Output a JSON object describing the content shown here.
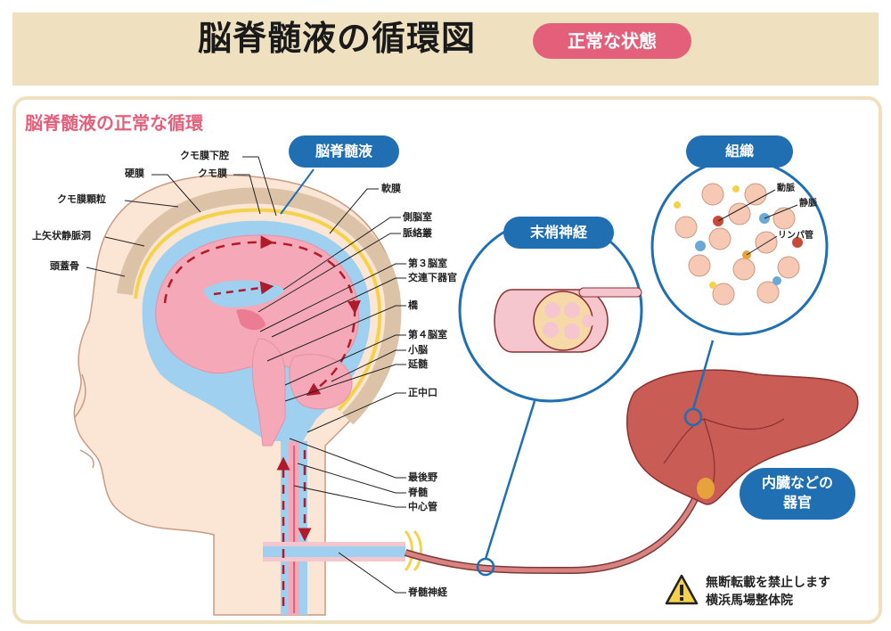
{
  "header": {
    "title": "脳脊髄液の循環図",
    "badge": "正常な状態"
  },
  "section_title": "脳脊髄液の正常な循環",
  "callouts": {
    "csf": "脳脊髄液",
    "peripheral_nerve": "末梢神経",
    "tissue": "組織",
    "organs_line1": "内臓などの",
    "organs_line2": "器官"
  },
  "labels": {
    "left": [
      "クモ膜下腔",
      "硬膜",
      "クモ膜",
      "クモ膜顆粒",
      "上矢状静脈洞",
      "頭蓋骨"
    ],
    "right": [
      "軟膜",
      "側脳室",
      "脈絡叢",
      "第３脳室",
      "交連下器官",
      "橋",
      "第４脳室",
      "小脳",
      "延髄",
      "正中口",
      "最後野",
      "脊髄",
      "中心管",
      "脊髄神経"
    ],
    "tissue": [
      "動脈",
      "静脈",
      "リンパ管"
    ]
  },
  "notice": {
    "line1": "無断転載を禁止します",
    "line2": "横浜馬場整体院"
  },
  "colors": {
    "header_bg": "#efe0c0",
    "accent_pink": "#e45f7a",
    "callout_blue": "#1f6fb2",
    "skin": "#fbe6d6",
    "brain_pink": "#f4a8b8",
    "csf_blue": "#9fd0f0",
    "liver": "#c95c55",
    "arrow_red": "#b01a2a"
  }
}
